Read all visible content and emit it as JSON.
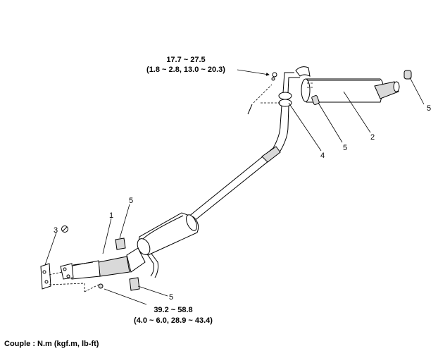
{
  "torque_upper": {
    "line1": "17.7 ~ 27.5",
    "line2": "(1.8 ~ 2.8, 13.0 ~ 20.3)"
  },
  "torque_lower": {
    "line1": "39.2 ~ 58.8",
    "line2": "(4.0 ~ 6.0, 28.9 ~ 43.4)"
  },
  "callouts": {
    "front_pipe": "1",
    "main_muffler": "2",
    "gasket": "3",
    "center_clamp": "4",
    "hanger_rear": "5",
    "hanger_center": "5",
    "hanger_front_upper": "5",
    "hanger_front_lower": "5"
  },
  "caption": "Couple : N.m (kgf.m, lb-ft)"
}
